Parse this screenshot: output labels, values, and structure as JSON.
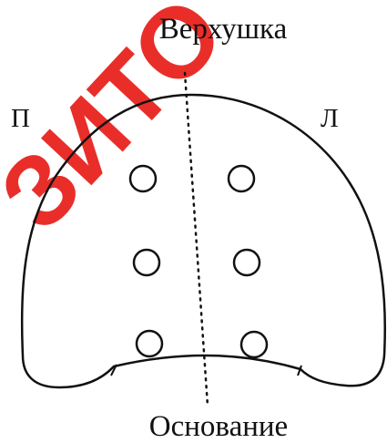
{
  "diagram": {
    "top_label": "Верхушка",
    "bottom_label": "Основание",
    "left_label": "П",
    "right_label": "Л"
  },
  "watermark": {
    "text": "РЕПОЗИТОРИЙ",
    "color": "#e8231f"
  },
  "colors": {
    "outline": "#111111",
    "background": "#ffffff"
  }
}
